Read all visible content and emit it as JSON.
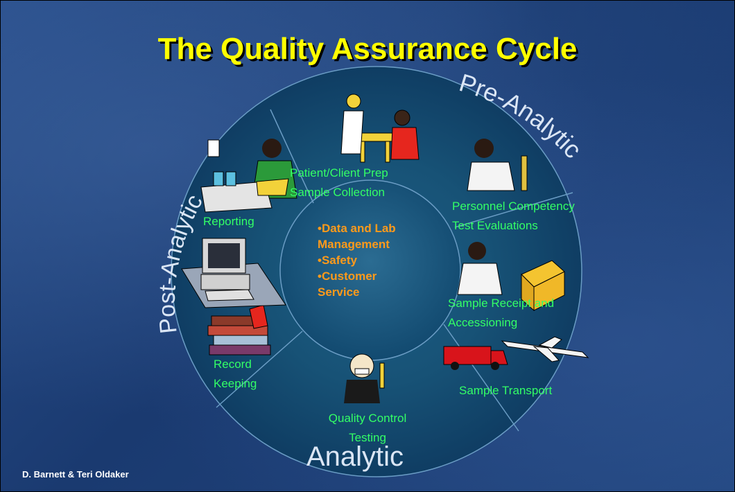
{
  "title": "The Quality Assurance Cycle",
  "phases": {
    "pre": "Pre-Analytic",
    "post": "Post-Analytic",
    "analytic": "Analytic"
  },
  "segments": {
    "patient_prep": [
      "Patient/Client Prep",
      "Sample Collection"
    ],
    "personnel": [
      "Personnel Competency",
      "Test Evaluations"
    ],
    "receipt": [
      "Sample Receipt and",
      "Accessioning"
    ],
    "transport": "Sample Transport",
    "qc": [
      "Quality Control",
      "Testing"
    ],
    "record": [
      "Record",
      "Keeping"
    ],
    "reporting": "Reporting"
  },
  "center_items": [
    "•Data and Lab",
    "Management",
    "•Safety",
    "•Customer",
    "Service"
  ],
  "credit": "D. Barnett & Teri Oldaker",
  "colors": {
    "background": "#1f4480",
    "title": "#ffff00",
    "segment_label": "#33ff66",
    "center_text": "#ff9a1a",
    "phase_text": "#dbe6f5"
  }
}
